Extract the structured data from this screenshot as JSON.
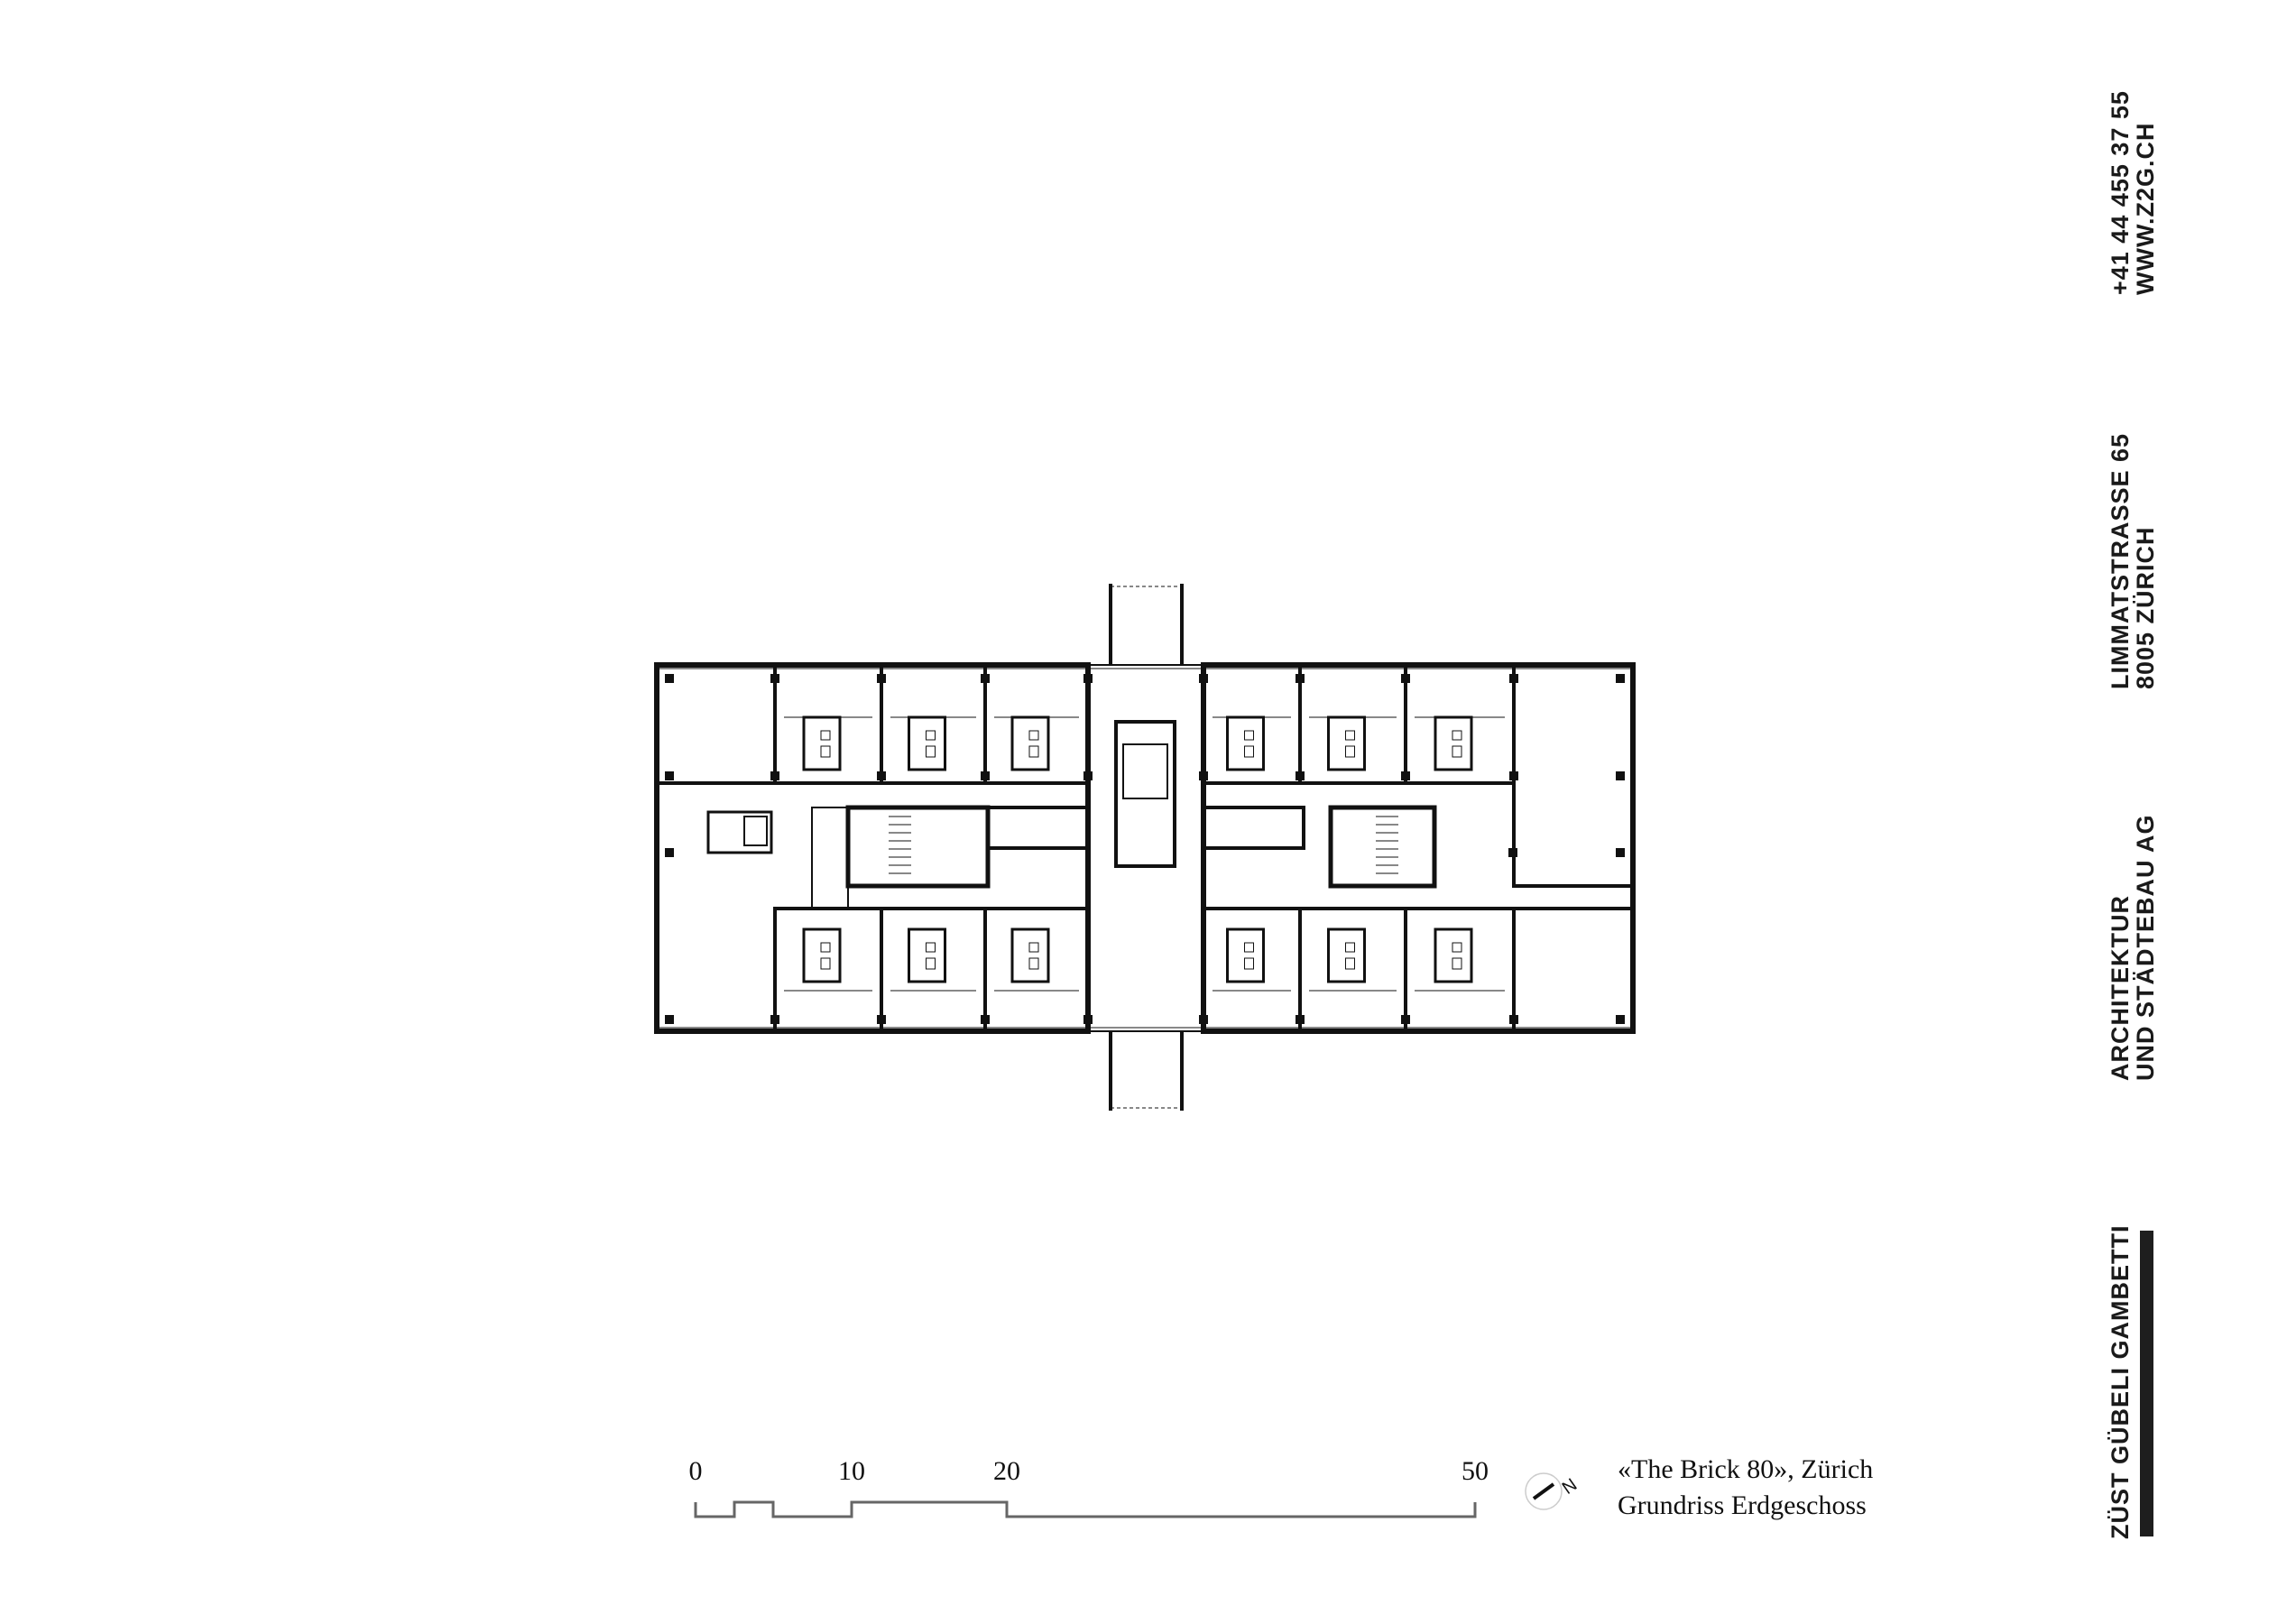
{
  "sidebar": {
    "contact": {
      "phone": "+41 44 455 37 55",
      "web": "WWW.Z2G.CH"
    },
    "address": {
      "street": "LIMMATSTRASSE 65",
      "city": "8005 ZÜRICH"
    },
    "profession": {
      "line1": "ARCHITEKTUR",
      "line2": "UND STÄDTEBAU AG"
    },
    "firm": "ZÜST GÜBELI GAMBETTI"
  },
  "scale_bar": {
    "labels": [
      "0",
      "10",
      "20",
      "50"
    ],
    "unit_values": [
      0,
      10,
      20,
      50
    ]
  },
  "north_arrow": {
    "label": "N"
  },
  "caption": {
    "line1": "«The Brick 80», Zürich",
    "line2": "Grundriss Erdgeschoss"
  }
}
